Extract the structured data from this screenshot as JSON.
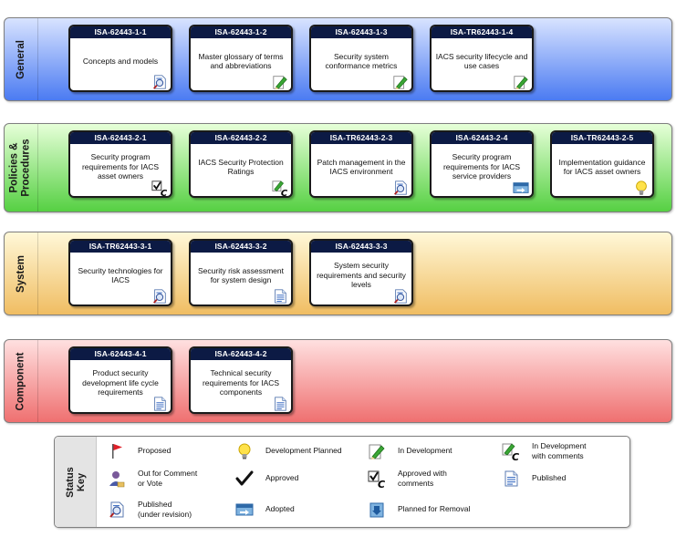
{
  "bands": [
    {
      "id": "general",
      "label": "General",
      "colors": [
        "#d8e3ff",
        "#4b7bf2"
      ],
      "cards": [
        {
          "code": "ISA-62443-1-1",
          "title": "Concepts and models",
          "status": "published-under-revision"
        },
        {
          "code": "ISA-62443-1-2",
          "title": "Master glossary of terms and abbreviations",
          "status": "in-development"
        },
        {
          "code": "ISA-62443-1-3",
          "title": "Security system conformance metrics",
          "status": "in-development"
        },
        {
          "code": "ISA-TR62443-1-4",
          "title": "IACS security lifecycle and use cases",
          "status": "in-development"
        }
      ]
    },
    {
      "id": "policies",
      "label": "Policies &\nProcedures",
      "colors": [
        "#e6ffd8",
        "#56d043"
      ],
      "cards": [
        {
          "code": "ISA-62443-2-1",
          "title": "Security program requirements for IACS asset owners",
          "status": "approved-with-comments"
        },
        {
          "code": "ISA-62443-2-2",
          "title": "IACS Security Protection Ratings",
          "status": "in-development-with-comments"
        },
        {
          "code": "ISA-TR62443-2-3",
          "title": "Patch management in the IACS environment",
          "status": "published-under-revision"
        },
        {
          "code": "ISA-62443-2-4",
          "title": "Security program requirements for IACS service providers",
          "status": "adopted"
        },
        {
          "code": "ISA-TR62443-2-5",
          "title": "Implementation guidance for IACS asset owners",
          "status": "development-planned"
        }
      ]
    },
    {
      "id": "system",
      "label": "System",
      "colors": [
        "#fff8d8",
        "#f0bd62"
      ],
      "cards": [
        {
          "code": "ISA-TR62443-3-1",
          "title": "Security technologies for IACS",
          "status": "published-under-revision"
        },
        {
          "code": "ISA-62443-3-2",
          "title": "Security risk assessment for system design",
          "status": "published"
        },
        {
          "code": "ISA-62443-3-3",
          "title": "System security requirements and security levels",
          "status": "published-under-revision"
        }
      ]
    },
    {
      "id": "component",
      "label": "Component",
      "colors": [
        "#ffe0e0",
        "#ef7070"
      ],
      "cards": [
        {
          "code": "ISA-62443-4-1",
          "title": "Product security development life cycle requirements",
          "status": "published"
        },
        {
          "code": "ISA-62443-4-2",
          "title": "Technical security requirements for IACS components",
          "status": "published"
        }
      ]
    }
  ],
  "status_key": {
    "title": "Status\nKey",
    "items": [
      {
        "status": "proposed",
        "label": "Proposed"
      },
      {
        "status": "development-planned",
        "label": "Development Planned"
      },
      {
        "status": "in-development",
        "label": "In Development"
      },
      {
        "status": "in-development-with-comments",
        "label": "In Development\nwith comments"
      },
      {
        "status": "out-for-comment-or-vote",
        "label": "Out for Comment\nor Vote"
      },
      {
        "status": "approved",
        "label": "Approved"
      },
      {
        "status": "approved-with-comments",
        "label": "Approved with\ncomments"
      },
      {
        "status": "published",
        "label": "Published"
      },
      {
        "status": "published-under-revision",
        "label": "Published\n(under revision)"
      },
      {
        "status": "adopted",
        "label": "Adopted"
      },
      {
        "status": "planned-for-removal",
        "label": "Planned for Removal"
      }
    ]
  }
}
